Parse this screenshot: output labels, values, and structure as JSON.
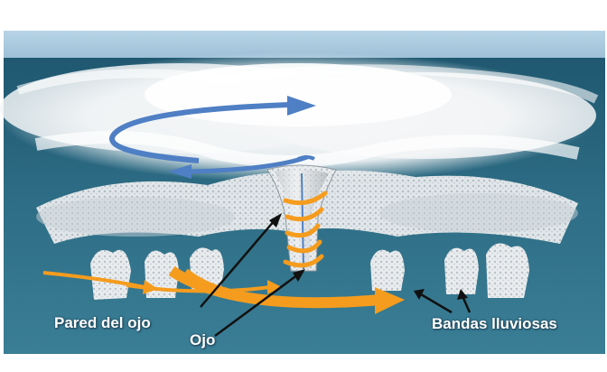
{
  "labels": {
    "eyewall": "Pared del ojo",
    "eye": "Ojo",
    "rainbands": "Bandas lluviosas"
  },
  "colors": {
    "sky": "#a9c8dc",
    "ocean": "#2e6e86",
    "ocean_dark": "#245a70",
    "cloud": "#f4f6f7",
    "inflow_arrow": "#f59c1e",
    "outflow_arrow": "#4f7fc4",
    "pointer": "#111111",
    "label_text": "#ffffff"
  }
}
